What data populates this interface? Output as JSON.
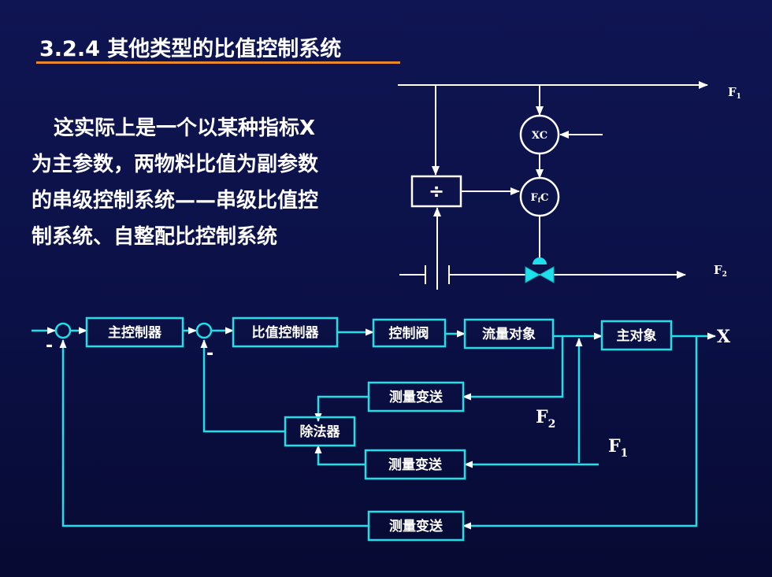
{
  "slide": {
    "title": "3.2.4  其他类型的比值控制系统",
    "description_lines": [
      "这实际上是一个以某种指标X",
      "为主参数，两物料比值为副参数",
      "的串级控制系统——串级比值控",
      "制系统、自整配比控制系统"
    ]
  },
  "schematic": {
    "flow1_label": "F",
    "flow1_sub": "1",
    "flow2_label": "F",
    "flow2_sub": "2",
    "xc_label": "XC",
    "ffc_label_main": "F",
    "ffc_label_sub": "f",
    "ffc_label_end": "C",
    "divider_symbol": "÷"
  },
  "block_diagram": {
    "blocks": {
      "main_controller": "主控制器",
      "ratio_controller": "比值控制器",
      "control_valve": "控制阀",
      "flow_object": "流量对象",
      "main_object": "主对象",
      "transmitter_f2": "测量变送",
      "divider": "除法器",
      "transmitter_f1": "测量变送",
      "transmitter_main": "测量变送"
    },
    "output_label": "X",
    "f2_label": "F",
    "f2_sub": "2",
    "f1_label": "F",
    "f1_sub": "1",
    "minus_sign_1": "-",
    "minus_sign_2": "-"
  },
  "colors": {
    "background": "#0b1046",
    "line": "#1ee0ea",
    "box_border": "#1ee0ea",
    "title_underline": "#e88a2c",
    "text": "#ffffff"
  }
}
